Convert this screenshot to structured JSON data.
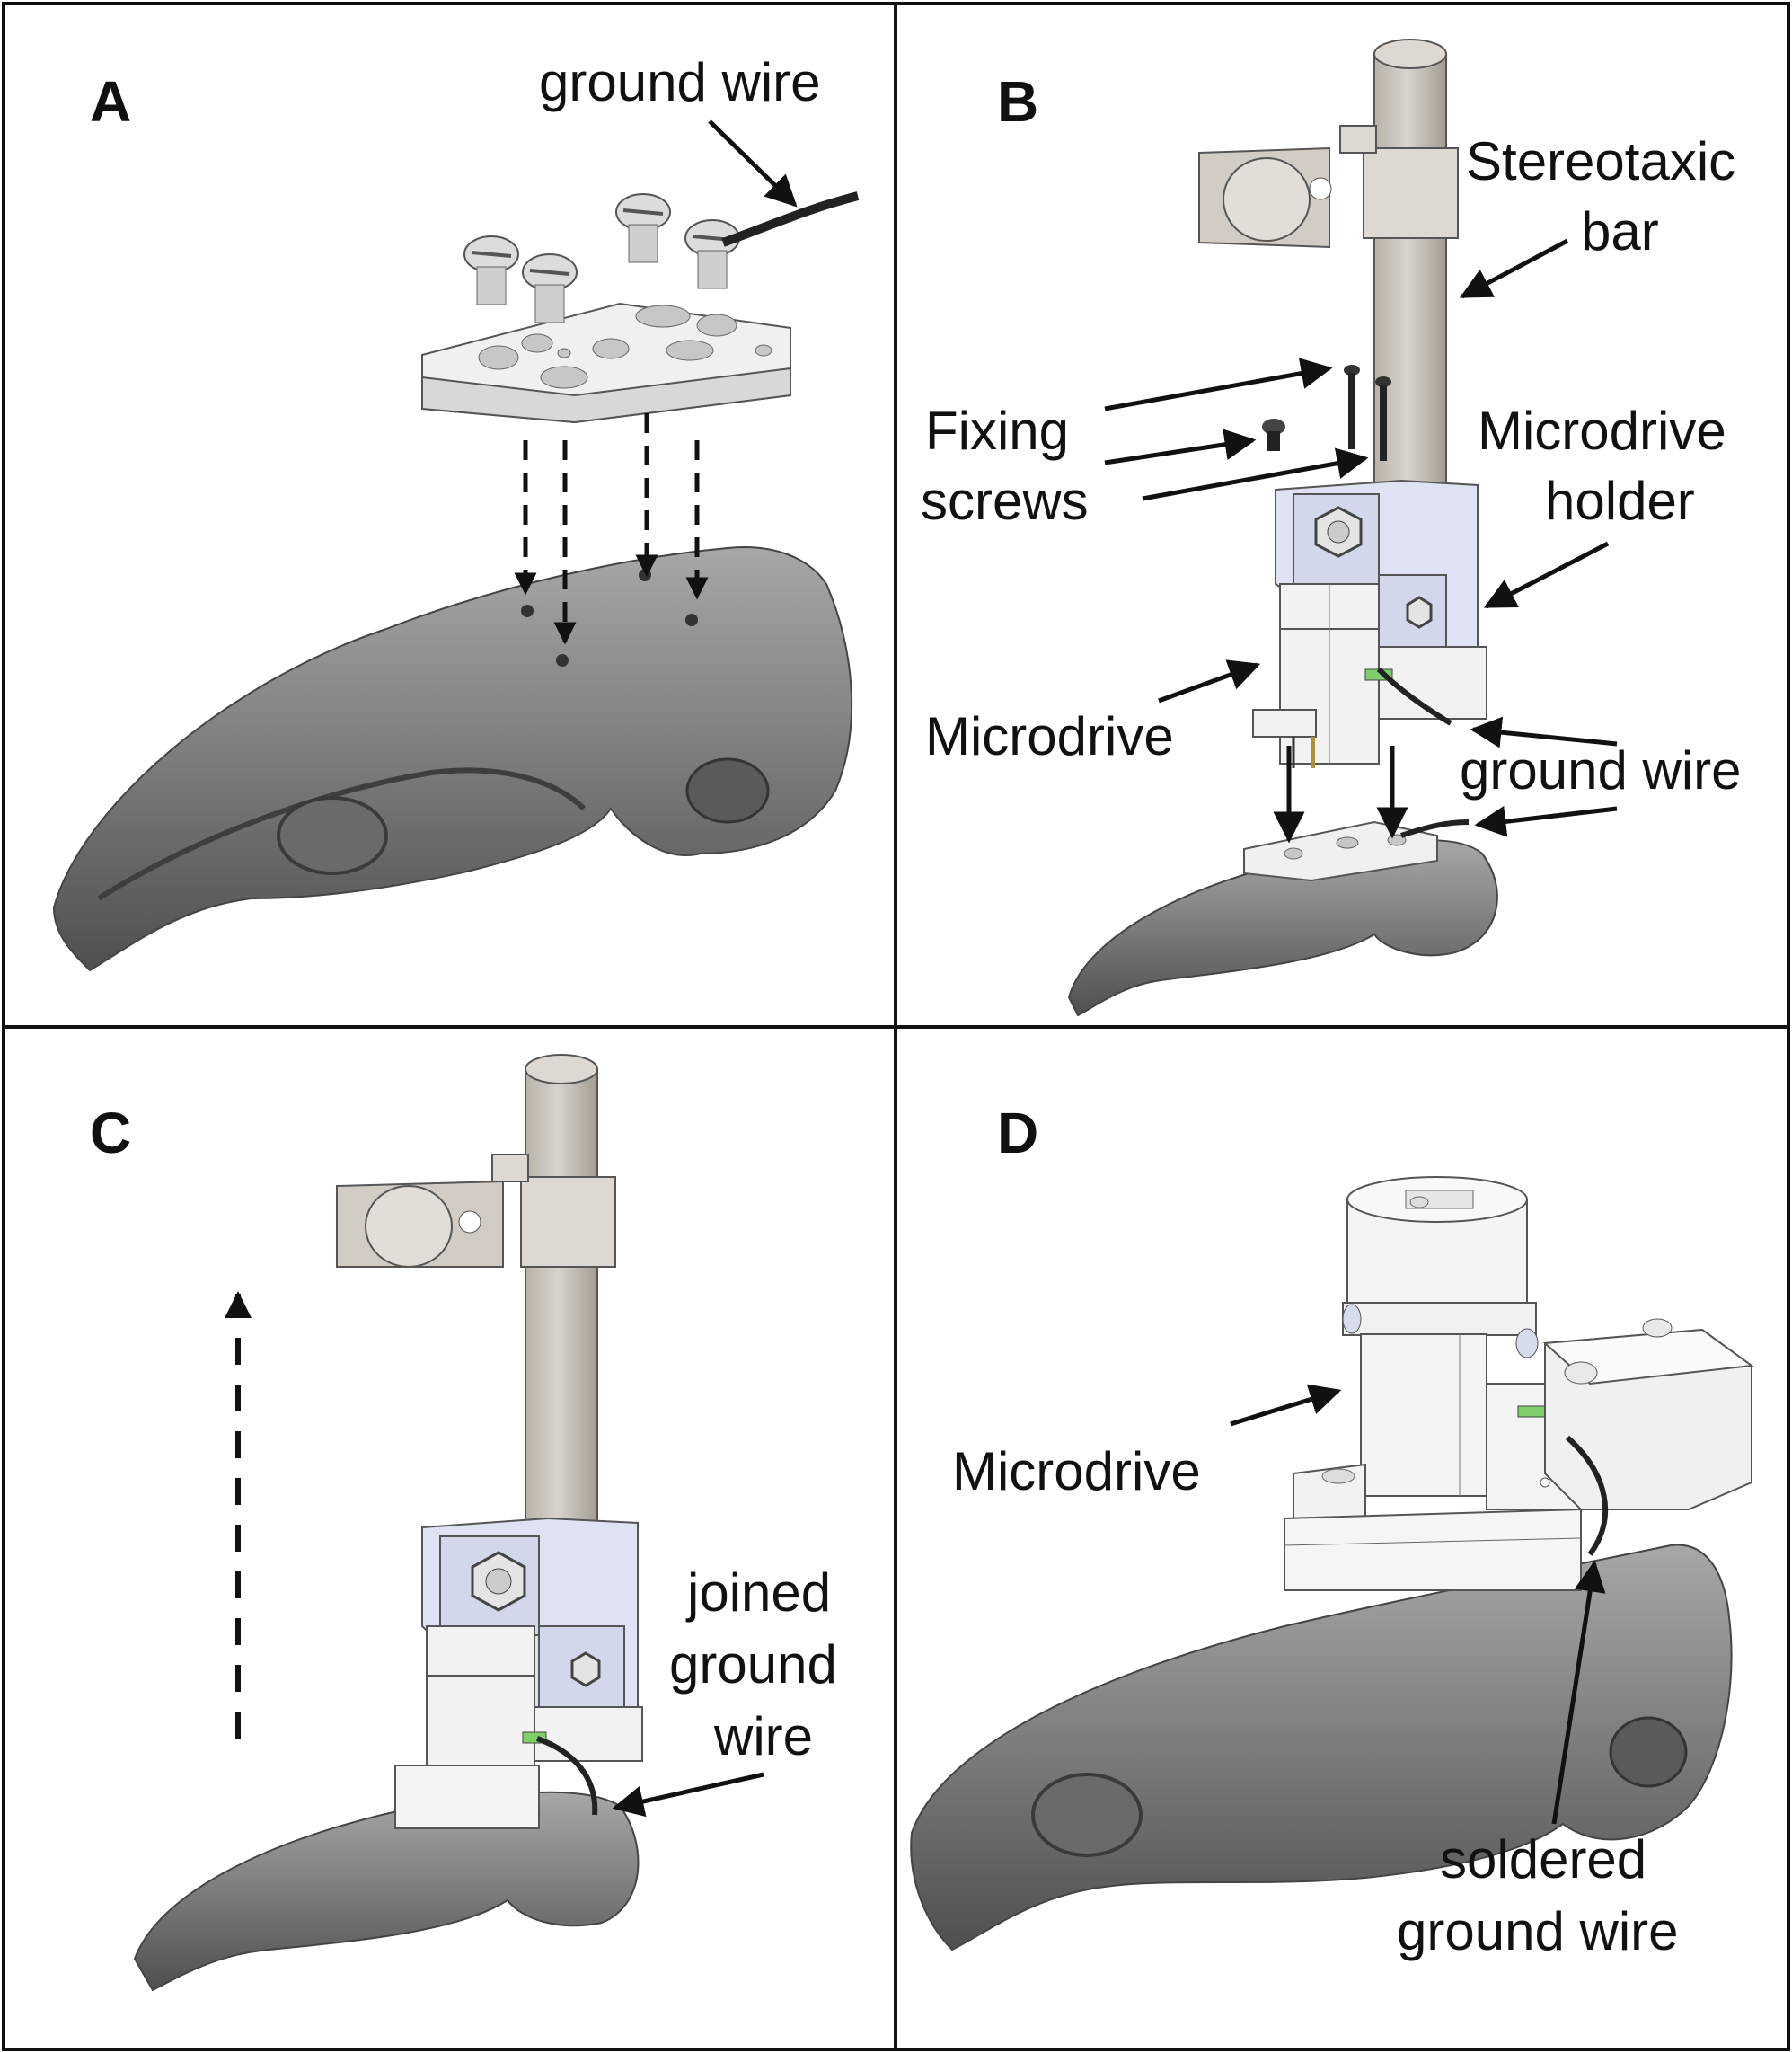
{
  "figure": {
    "panels": [
      {
        "id": "A",
        "letter": "A",
        "labels": {
          "ground_wire": "ground wire"
        }
      },
      {
        "id": "B",
        "letter": "B",
        "labels": {
          "stereotaxic_1": "Stereotaxic",
          "stereotaxic_2": "bar",
          "fixing_1": "Fixing",
          "fixing_2": "screws",
          "holder_1": "Microdrive",
          "holder_2": "holder",
          "microdrive": "Microdrive",
          "ground_wire": "ground wire"
        }
      },
      {
        "id": "C",
        "letter": "C",
        "labels": {
          "joined_1": "joined",
          "joined_2": "ground",
          "joined_3": "wire"
        }
      },
      {
        "id": "D",
        "letter": "D",
        "labels": {
          "microdrive": "Microdrive",
          "soldered_1": "soldered",
          "soldered_2": "ground wire"
        }
      }
    ]
  },
  "colors": {
    "skull": "#8a8a8a",
    "skull_dark": "#5c5c5c",
    "metal": "#ededed",
    "bar": "#c9c3bb",
    "holder_blue": "#dfe2f2",
    "wire": "#222222",
    "solder_green": "#7fd06a",
    "border": "#111111"
  }
}
